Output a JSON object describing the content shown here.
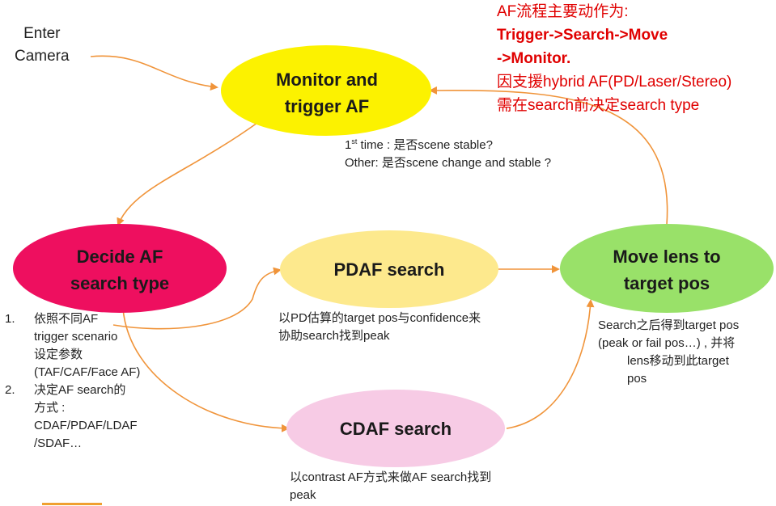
{
  "entry_label": [
    "Enter",
    "Camera"
  ],
  "nodes": {
    "monitor": {
      "lines": [
        "Monitor and",
        "trigger AF"
      ],
      "color": "#fcf200"
    },
    "decide": {
      "lines": [
        "Decide AF",
        "search type"
      ],
      "color": "#ee0f5f"
    },
    "pdaf": {
      "lines": [
        "PDAF search"
      ],
      "color": "#fde98d"
    },
    "cdaf": {
      "lines": [
        "CDAF search"
      ],
      "color": "#f7cbe5"
    },
    "move": {
      "lines": [
        "Move lens to",
        "target pos"
      ],
      "color": "#99e169"
    }
  },
  "arrow_color": "#f0943a",
  "red_note": {
    "line1": "AF流程主要动作为:",
    "line2": "Trigger->Search->Move",
    "line3": "->Monitor.",
    "line4": "因支援hybrid AF(PD/Laser/Stereo)",
    "line5": "需在search前决定search type"
  },
  "monitor_note": {
    "first_prefix": "1",
    "first_sup": "st",
    "first_rest": " time : 是否scene stable?",
    "other": "Other: 是否scene change and stable ?"
  },
  "pdaf_note": [
    "以PD估算的target pos与confidence来",
    "协助search找到peak"
  ],
  "cdaf_note": [
    "以contrast AF方式来做AF search找到",
    "peak"
  ],
  "move_note": [
    "Search之后得到target pos",
    "(peak or fail pos…) , 并将",
    "lens移动到此target",
    "pos"
  ],
  "steps": [
    {
      "num": "1.",
      "lines": [
        "依照不同AF",
        "trigger scenario",
        "设定参数",
        "(TAF/CAF/Face AF)"
      ]
    },
    {
      "num": "2.",
      "lines": [
        "决定AF search的",
        "方式 :",
        "CDAF/PDAF/LDAF",
        "/SDAF…"
      ]
    }
  ]
}
